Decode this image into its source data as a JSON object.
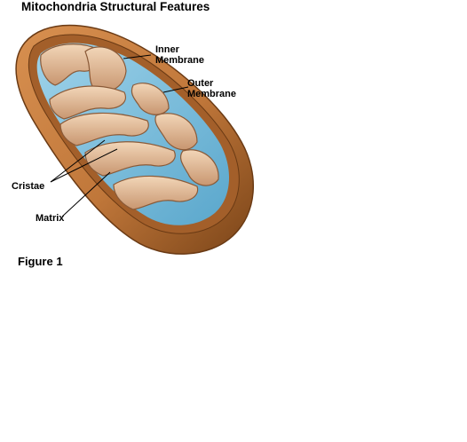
{
  "title": "Mitochondria Structural Features",
  "labels": {
    "inner_membrane": [
      "Inner",
      "Membrane"
    ],
    "outer_membrane": [
      "Outer",
      "Membrane"
    ],
    "cristae": "Cristae",
    "matrix": "Matrix"
  },
  "figure_label": "Figure 1",
  "colors": {
    "outer_membrane": "#c0773a",
    "outer_membrane_dark": "#7a4418",
    "inner_membrane": "#e8c4a0",
    "matrix": "#6fb8d8",
    "matrix_light": "#9fd3ea"
  }
}
